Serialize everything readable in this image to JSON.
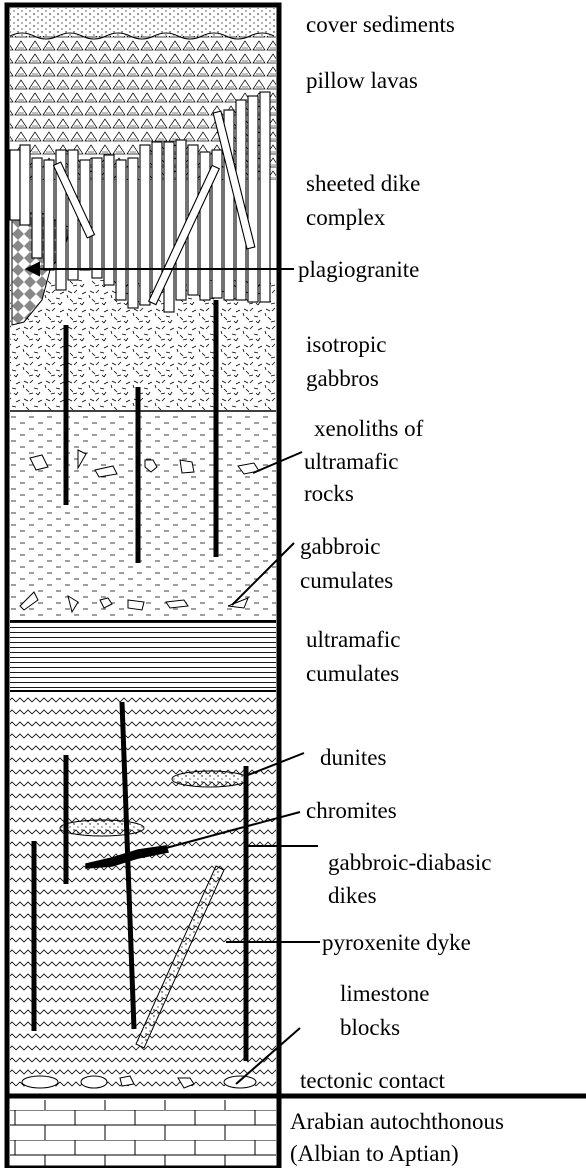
{
  "diagram": {
    "type": "ophiolite stratigraphic column",
    "colors": {
      "ink": "#000000",
      "paper": "#ffffff",
      "plagiogranite": "#888888"
    },
    "layers": [
      {
        "id": "cover-sediments",
        "pattern": "fine stipple"
      },
      {
        "id": "pillow-lavas",
        "pattern": "crosshatch triangles"
      },
      {
        "id": "sheeted-dike-complex",
        "pattern": "vertical dikes"
      },
      {
        "id": "plagiogranite",
        "pattern": "checkered diamonds"
      },
      {
        "id": "isotropic-gabbros",
        "pattern": "random dashes"
      },
      {
        "id": "gabbroic-cumulates",
        "pattern": "horizontal dashes"
      },
      {
        "id": "ultramafic-cumulates",
        "pattern": "horizontal lines"
      },
      {
        "id": "harzburgite-mantle",
        "pattern": "wavy lines"
      },
      {
        "id": "arabian-autochthonous",
        "pattern": "brick"
      }
    ],
    "labels": {
      "cover_sediments": "cover sediments",
      "pillow_lavas": "pillow lavas",
      "sheeted_dike_line1": "sheeted dike",
      "sheeted_dike_line2": "complex",
      "plagiogranite": "plagiogranite",
      "isotropic_line1": "isotropic",
      "isotropic_line2": "gabbros",
      "xenoliths_line1": "xenoliths of",
      "xenoliths_line2": "ultramafic",
      "xenoliths_line3": "rocks",
      "gabbroic_cumulates_line1": "gabbroic",
      "gabbroic_cumulates_line2": "cumulates",
      "ultramafic_cumulates_line1": "ultramafic",
      "ultramafic_cumulates_line2": "cumulates",
      "dunites": "dunites",
      "chromites": "chromites",
      "gabbroic_diabasic_line1": "gabbroic-diabasic",
      "gabbroic_diabasic_line2": "dikes",
      "pyroxenite_dyke": "pyroxenite dyke",
      "limestone_line1": "limestone",
      "limestone_line2": "blocks",
      "tectonic_contact": "tectonic contact",
      "arabian_line1": "Arabian autochthonous",
      "arabian_line2": "(Albian to Aptian)"
    }
  }
}
